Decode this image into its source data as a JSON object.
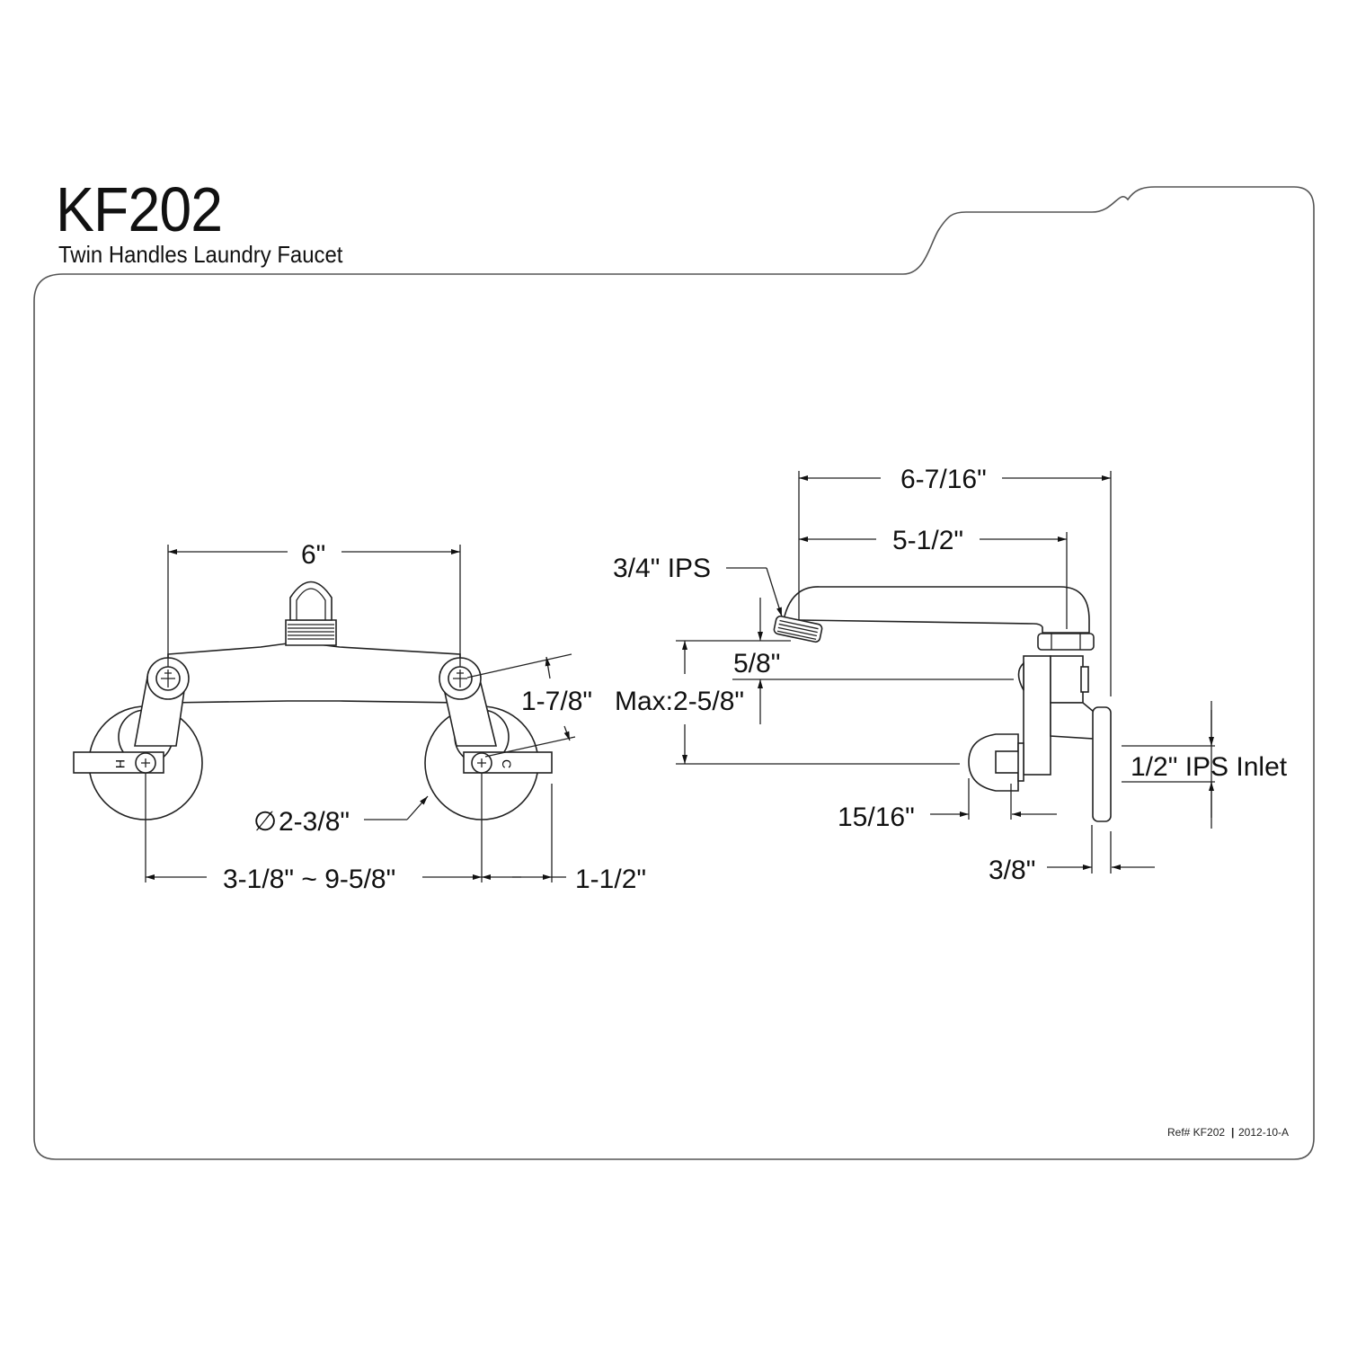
{
  "header": {
    "model": "KF202",
    "description": "Twin Handles Laundry Faucet"
  },
  "front_view": {
    "dimensions": {
      "center_spacing": "6\"",
      "arm_drop": "1-7/8\"",
      "flange_diameter": "2-3/8\"",
      "flange_diameter_symbol": "∅",
      "adjustable_centers": "3-1/8\" ~ 9-5/8\"",
      "handle_offset": "1-1/2\""
    },
    "handle_labels": {
      "hot": "H",
      "cold": "C"
    }
  },
  "side_view": {
    "dimensions": {
      "overall_reach": "6-7/16\"",
      "spout_reach": "5-1/2\"",
      "outlet_thread": "3/4\" IPS",
      "outlet_drop": "5/8\"",
      "max_height": "Max:2-5/8\"",
      "handle_depth": "15/16\"",
      "flange_thickness": "3/8\"",
      "inlet": "1/2\" IPS Inlet"
    }
  },
  "footer": {
    "ref": "Ref# KF202",
    "separator": "|",
    "revision": "2012-10-A"
  },
  "colors": {
    "line": "#222222",
    "frame": "#555555",
    "background": "#ffffff"
  }
}
